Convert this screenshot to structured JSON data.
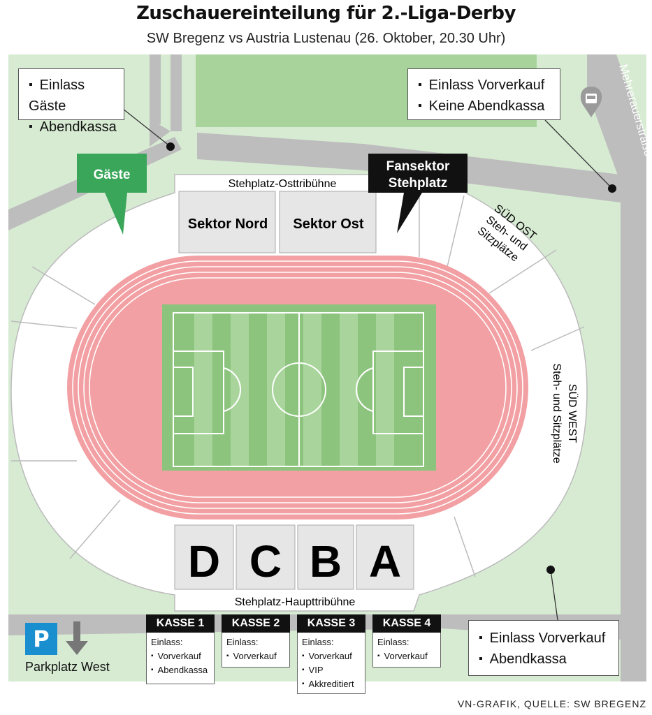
{
  "header": {
    "title": "Zuschauereinteilung für 2.-Liga-Derby",
    "subtitle": "SW Bregenz vs Austria Lustenau (26. Oktober, 20.30 Uhr)"
  },
  "street": "Mehrerauerstraße",
  "sectors": {
    "nord": "Sektor Nord",
    "ost": "Sektor Ost",
    "stehplatz_ost": "Stehplatz-Osttribühne",
    "stehplatz_haupt": "Stehplatz-Haupttribühne",
    "sued_ost": [
      "SÜD OST",
      "Steh- und",
      "Sitzplätze"
    ],
    "sued_west": [
      "SÜD WEST",
      "Steh- und Sitzplätze"
    ],
    "main_blocks": [
      "D",
      "C",
      "B",
      "A"
    ]
  },
  "flags": {
    "gaeste": "Gäste",
    "fansektor": [
      "Fansektor",
      "Stehplatz"
    ]
  },
  "callouts": {
    "top_left": [
      "Einlass Gäste",
      "Abendkassa"
    ],
    "top_right": [
      "Einlass Vorverkauf",
      "Keine Abendkassa"
    ],
    "bottom_right": [
      "Einlass Vorverkauf",
      "Abendkassa"
    ]
  },
  "kassen": [
    {
      "name": "KASSE 1",
      "einlass": "Einlass:",
      "items": [
        "Vorverkauf",
        "Abendkassa"
      ]
    },
    {
      "name": "KASSE 2",
      "einlass": "Einlass:",
      "items": [
        "Vorverkauf"
      ]
    },
    {
      "name": "KASSE 3",
      "einlass": "Einlass:",
      "items": [
        "Vorverkauf",
        "VIP",
        "Akkreditiert"
      ]
    },
    {
      "name": "KASSE 4",
      "einlass": "Einlass:",
      "items": [
        "Vorverkauf"
      ]
    }
  ],
  "parking": {
    "icon": "P",
    "label": "Parkplatz West"
  },
  "credit": "VN-GRAFIK, QUELLE: SW BREGENZ",
  "colors": {
    "grass_bg": "#d7ebd3",
    "grass_field": "#a8d49c",
    "pitch_dark": "#8cc47e",
    "pitch_light": "#a9d59c",
    "track": "#f2a0a3",
    "road": "#bdbdbd",
    "stand": "#ffffff",
    "block": "#e6e6e6",
    "guest_green": "#3aa65a",
    "fan_black": "#111111",
    "parking_blue": "#1a8fd0"
  },
  "icons": [
    "bus-stop-icon",
    "parking-icon",
    "arrow-down-icon"
  ]
}
